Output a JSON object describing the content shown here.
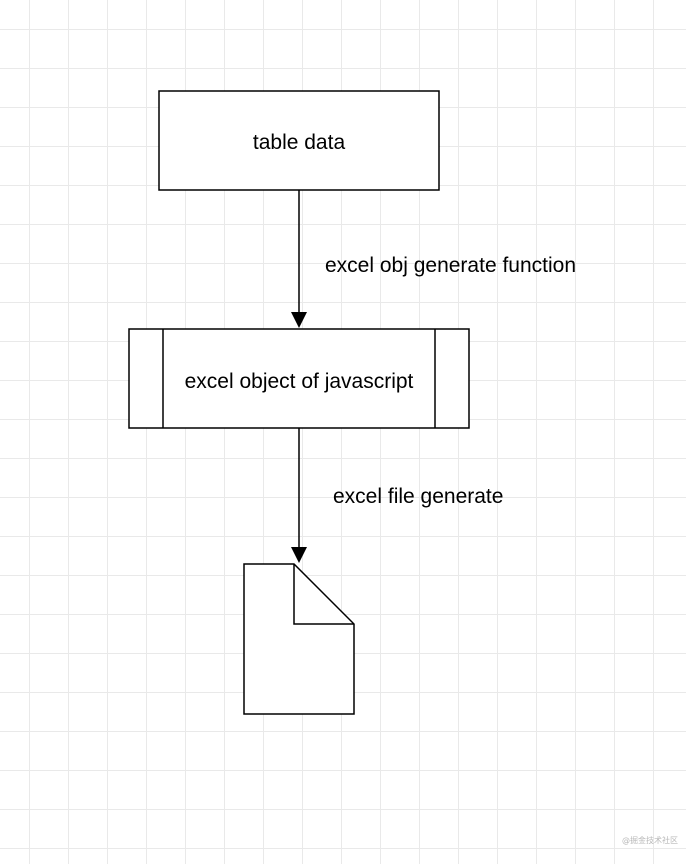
{
  "nodes": {
    "table_data": {
      "label": "table data",
      "shape": "rectangle"
    },
    "excel_object": {
      "label": "excel object of javascript",
      "shape": "process"
    },
    "excel_file": {
      "label": "",
      "shape": "document-icon"
    }
  },
  "edges": {
    "generate_obj": {
      "from": "table_data",
      "to": "excel_object",
      "label": "excel obj generate function"
    },
    "generate_file": {
      "from": "excel_object",
      "to": "excel_file",
      "label": "excel file generate"
    }
  },
  "watermark": "@掘金技术社区",
  "colors": {
    "stroke": "#000000",
    "fill": "#ffffff",
    "grid": "#e9e9e9"
  }
}
